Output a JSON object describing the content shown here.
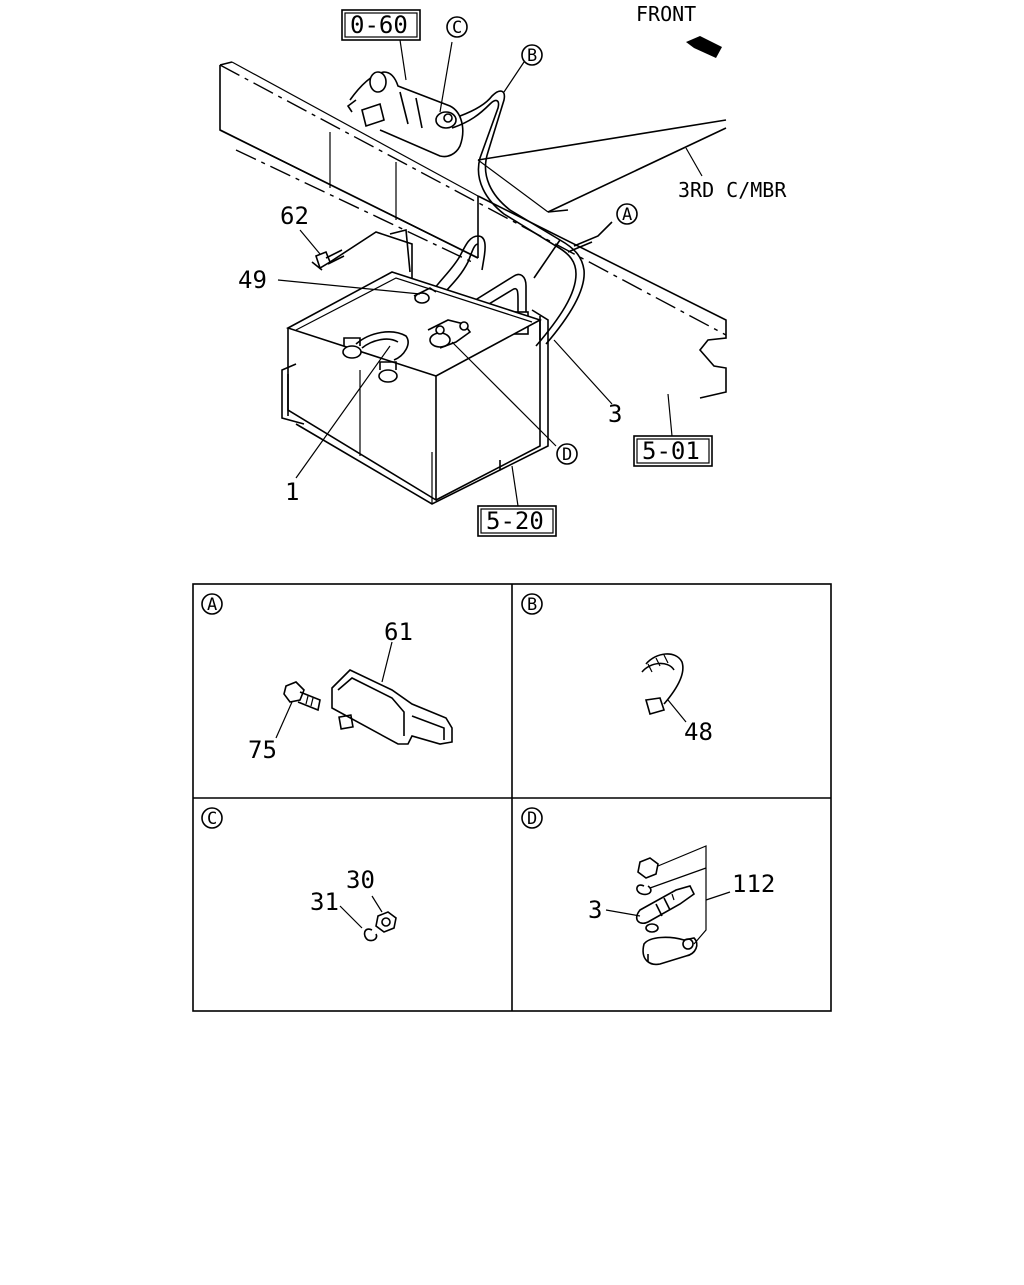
{
  "main_view": {
    "front_label": "FRONT",
    "member_label": "3RD C/MBR",
    "refs": {
      "r060": "0-60",
      "r501": "5-01",
      "r520": "5-20"
    },
    "callouts": {
      "c62": "62",
      "c49": "49",
      "c3": "3",
      "c1": "1",
      "letter_a": "A",
      "letter_b": "B",
      "letter_c": "C",
      "letter_d": "D"
    }
  },
  "details": [
    {
      "letter": "A",
      "parts": [
        "61",
        "75"
      ]
    },
    {
      "letter": "B",
      "parts": [
        "48"
      ]
    },
    {
      "letter": "C",
      "parts": [
        "30",
        "31"
      ]
    },
    {
      "letter": "D",
      "parts": [
        "112",
        "3"
      ]
    }
  ],
  "colors": {
    "ink": "#000000",
    "paper": "#ffffff"
  }
}
